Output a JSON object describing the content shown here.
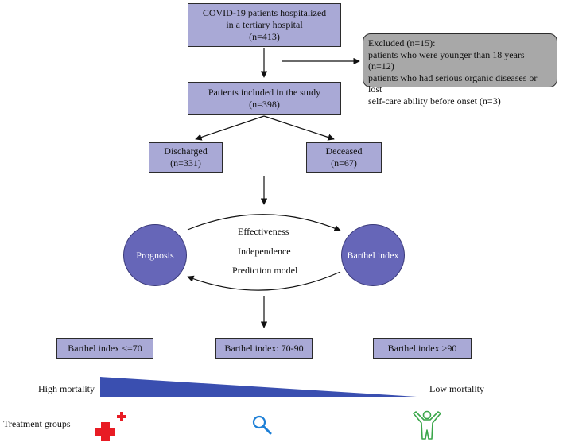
{
  "boxes": {
    "hospitalized": [
      "COVID-19 patients  hospitalized",
      "in a tertiary hospital",
      "(n=413)"
    ],
    "excluded": [
      "Excluded (n=15):",
      "patients who were younger than 18 years (n=12)",
      "patients who had serious organic diseases or lost",
      "self-care ability before onset (n=3)"
    ],
    "included": [
      "Patients included in the study",
      "(n=398)"
    ],
    "discharged": [
      "Discharged",
      "(n=331)"
    ],
    "deceased": [
      "Deceased",
      "(n=67)"
    ]
  },
  "circles": {
    "left": "Prognosis",
    "right": "Barthel index"
  },
  "center_labels": [
    "Effectiveness",
    "Independence",
    "Prediction model"
  ],
  "groups": [
    "Barthel index <=70",
    "Barthel index: 70-90",
    "Barthel index >90"
  ],
  "mortality": {
    "high": "High mortality",
    "low": "Low mortality"
  },
  "treatment_label": "Treatment groups",
  "icons": [
    "medical-cross-icon",
    "magnifier-icon",
    "person-icon"
  ],
  "colors": {
    "box_fill": "#a9a9d6",
    "circle_fill": "#6666b8",
    "wedge": "#3a4fb0",
    "cross": "#e81c24",
    "magnifier": "#1d7fd6",
    "person": "#3aa64a"
  }
}
